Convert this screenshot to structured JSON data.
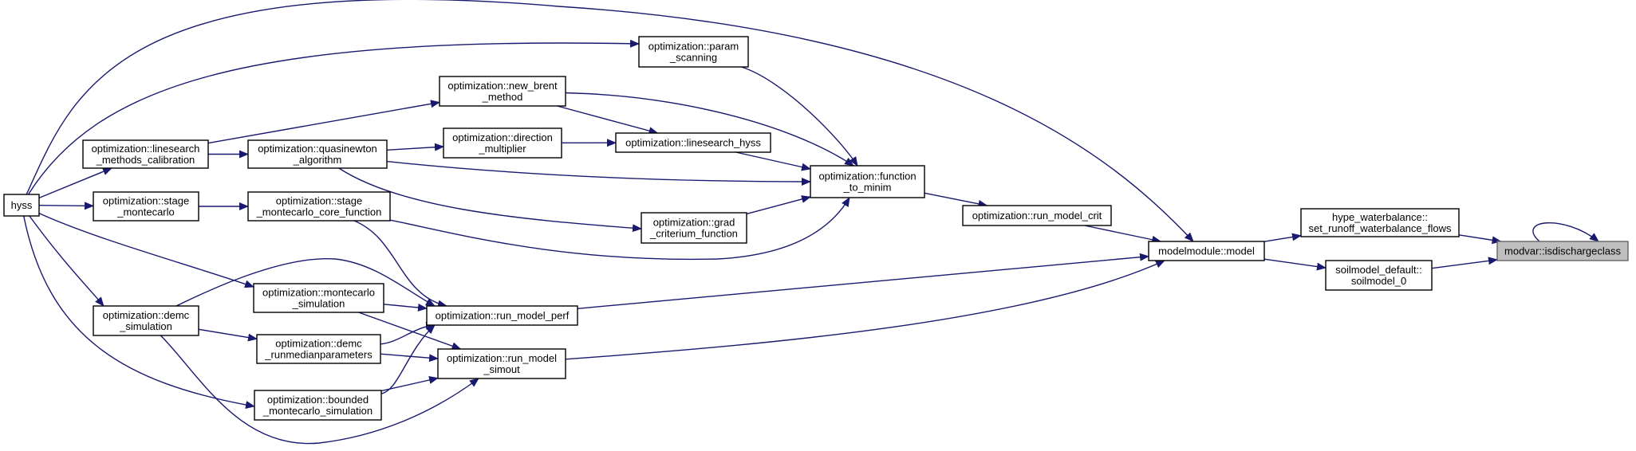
{
  "colors": {
    "edge": "#191970",
    "node_fill": "#ffffff",
    "target_fill": "#bfbfbf"
  },
  "nodes": [
    {
      "id": "hyss",
      "lines": [
        "hyss"
      ]
    },
    {
      "id": "linesearch_cal",
      "lines": [
        "optimization::linesearch",
        "_methods_calibration"
      ]
    },
    {
      "id": "stage_mc",
      "lines": [
        "optimization::stage",
        "_montecarlo"
      ]
    },
    {
      "id": "demc_sim",
      "lines": [
        "optimization::demc",
        "_simulation"
      ]
    },
    {
      "id": "quasinewton",
      "lines": [
        "optimization::quasinewton",
        "_algorithm"
      ]
    },
    {
      "id": "stage_mc_core",
      "lines": [
        "optimization::stage",
        "_montecarlo_core_function"
      ]
    },
    {
      "id": "mc_sim",
      "lines": [
        "optimization::montecarlo",
        "_simulation"
      ]
    },
    {
      "id": "demc_runmedian",
      "lines": [
        "optimization::demc",
        "_runmedianparameters"
      ]
    },
    {
      "id": "bounded_mc",
      "lines": [
        "optimization::bounded",
        "_montecarlo_simulation"
      ]
    },
    {
      "id": "new_brent",
      "lines": [
        "optimization::new_brent",
        "_method"
      ]
    },
    {
      "id": "direction_mult",
      "lines": [
        "optimization::direction",
        "_multiplier"
      ]
    },
    {
      "id": "param_scanning",
      "lines": [
        "optimization::param",
        "_scanning"
      ]
    },
    {
      "id": "linesearch_hyss",
      "lines": [
        "optimization::linesearch_hyss"
      ]
    },
    {
      "id": "grad_crit",
      "lines": [
        "optimization::grad",
        "_criterium_function"
      ]
    },
    {
      "id": "run_model_perf",
      "lines": [
        "optimization::run_model_perf"
      ]
    },
    {
      "id": "run_model_simout",
      "lines": [
        "optimization::run_model",
        "_simout"
      ]
    },
    {
      "id": "function_to_minim",
      "lines": [
        "optimization::function",
        "_to_minim"
      ]
    },
    {
      "id": "run_model_crit",
      "lines": [
        "optimization::run_model_crit"
      ]
    },
    {
      "id": "modelmodule_model",
      "lines": [
        "modelmodule::model"
      ]
    },
    {
      "id": "hype_wb",
      "lines": [
        "hype_waterbalance::",
        "set_runoff_waterbalance_flows"
      ]
    },
    {
      "id": "soilmodel_0",
      "lines": [
        "soilmodel_default::",
        "soilmodel_0"
      ]
    },
    {
      "id": "isdischargeclass",
      "lines": [
        "modvar::isdischargeclass"
      ]
    }
  ],
  "edges": [
    {
      "from": "hyss",
      "to": "linesearch_cal"
    },
    {
      "from": "hyss",
      "to": "stage_mc"
    },
    {
      "from": "hyss",
      "to": "demc_sim"
    },
    {
      "from": "hyss",
      "to": "mc_sim"
    },
    {
      "from": "hyss",
      "to": "bounded_mc"
    },
    {
      "from": "hyss",
      "to": "param_scanning"
    },
    {
      "from": "hyss",
      "to": "modelmodule_model"
    },
    {
      "from": "linesearch_cal",
      "to": "quasinewton"
    },
    {
      "from": "linesearch_cal",
      "to": "new_brent"
    },
    {
      "from": "stage_mc",
      "to": "stage_mc_core"
    },
    {
      "from": "demc_sim",
      "to": "demc_runmedian"
    },
    {
      "from": "demc_sim",
      "to": "run_model_perf"
    },
    {
      "from": "demc_sim",
      "to": "run_model_simout"
    },
    {
      "from": "quasinewton",
      "to": "direction_mult"
    },
    {
      "from": "quasinewton",
      "to": "function_to_minim"
    },
    {
      "from": "quasinewton",
      "to": "grad_crit"
    },
    {
      "from": "stage_mc_core",
      "to": "run_model_perf"
    },
    {
      "from": "stage_mc_core",
      "to": "function_to_minim"
    },
    {
      "from": "mc_sim",
      "to": "run_model_perf"
    },
    {
      "from": "mc_sim",
      "to": "run_model_simout"
    },
    {
      "from": "demc_runmedian",
      "to": "run_model_perf"
    },
    {
      "from": "demc_runmedian",
      "to": "run_model_simout"
    },
    {
      "from": "bounded_mc",
      "to": "run_model_perf"
    },
    {
      "from": "bounded_mc",
      "to": "run_model_simout"
    },
    {
      "from": "new_brent",
      "to": "linesearch_hyss"
    },
    {
      "from": "new_brent",
      "to": "function_to_minim"
    },
    {
      "from": "direction_mult",
      "to": "linesearch_hyss"
    },
    {
      "from": "param_scanning",
      "to": "function_to_minim"
    },
    {
      "from": "linesearch_hyss",
      "to": "function_to_minim"
    },
    {
      "from": "grad_crit",
      "to": "function_to_minim"
    },
    {
      "from": "function_to_minim",
      "to": "run_model_crit"
    },
    {
      "from": "run_model_crit",
      "to": "modelmodule_model"
    },
    {
      "from": "run_model_perf",
      "to": "modelmodule_model"
    },
    {
      "from": "run_model_simout",
      "to": "modelmodule_model"
    },
    {
      "from": "modelmodule_model",
      "to": "hype_wb"
    },
    {
      "from": "modelmodule_model",
      "to": "soilmodel_0"
    },
    {
      "from": "hype_wb",
      "to": "isdischargeclass"
    },
    {
      "from": "soilmodel_0",
      "to": "isdischargeclass"
    },
    {
      "from": "isdischargeclass",
      "to": "isdischargeclass"
    }
  ]
}
